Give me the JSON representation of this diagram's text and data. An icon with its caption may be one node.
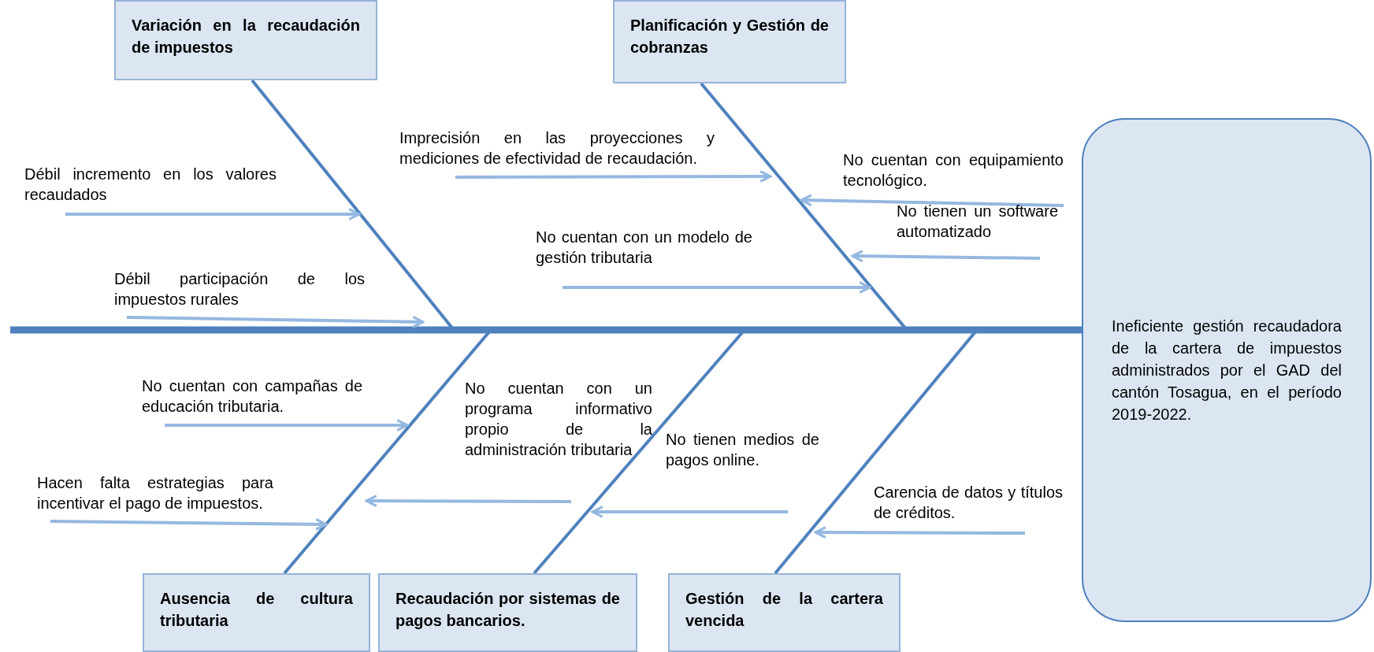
{
  "diagram": {
    "nodes": [
      {
        "text": [
          "Variación en la recaudación de impuestos"
        ]
      },
      {
        "text": [
          "Planificación y Gestión de cobranzas"
        ]
      },
      {
        "text": [
          "Ineficiente gestión recaudadora de la cartera de impuestos administrados por el GAD del cantón Tosagua, en el período 2019-2022."
        ]
      },
      {
        "text": [
          "Ausencia de cultura tributaria"
        ]
      },
      {
        "text": [
          "Recaudación por sistemas de pagos bancarios."
        ]
      },
      {
        "text": [
          "Gestión de la cartera vencida"
        ]
      },
      {
        "text": [
          "Débil incremento en los valores recaudados"
        ]
      },
      {
        "text": [
          "Débil participación de los impuestos rurales"
        ]
      },
      {
        "text": [
          "Imprecisión en las proyecciones y mediciones de efectividad de recaudación."
        ]
      },
      {
        "text": [
          "No cuentan con equipamiento tecnológico."
        ]
      },
      {
        "text": [
          "No cuentan con un modelo de gestión tributaria"
        ]
      },
      {
        "text": [
          "No tienen un software automatizado"
        ]
      },
      {
        "text": [
          "No cuentan con campañas de educación tributaria."
        ]
      },
      {
        "text": [
          "No cuentan con un programa informativo propio de la administración tributaria"
        ]
      },
      {
        "text": [
          "Hacen falta estrategias para incentivar el pago de impuestos."
        ]
      },
      {
        "text": [
          "No tienen medios de pagos online."
        ]
      },
      {
        "text": [
          "Carencia de datos y títulos de créditos."
        ]
      }
    ],
    "edges": [
      {
        "from": null,
        "to": 2,
        "arrow": "none",
        "style": "thick",
        "color": "#4f81bd"
      },
      {
        "from": 0,
        "to": null,
        "arrow": "none",
        "color": "#4f81bd"
      },
      {
        "from": 1,
        "to": null,
        "arrow": "none",
        "color": "#4f81bd"
      },
      {
        "from": 3,
        "to": null,
        "arrow": "none",
        "color": "#4f81bd"
      },
      {
        "from": 4,
        "to": null,
        "arrow": "none",
        "color": "#4f81bd"
      },
      {
        "from": 5,
        "to": null,
        "arrow": "none",
        "color": "#4f81bd"
      },
      {
        "from": 6,
        "to": null,
        "arrow": "to"
      },
      {
        "from": 7,
        "to": null,
        "arrow": "to"
      },
      {
        "from": 8,
        "to": null,
        "arrow": "to"
      },
      {
        "from": 9,
        "to": null,
        "arrow": "to"
      },
      {
        "from": 10,
        "to": null,
        "arrow": "to"
      },
      {
        "from": 11,
        "to": null,
        "arrow": "to"
      },
      {
        "from": 12,
        "to": null,
        "arrow": "to"
      },
      {
        "from": 13,
        "to": null,
        "arrow": "to"
      },
      {
        "from": 14,
        "to": null,
        "arrow": "to"
      },
      {
        "from": 15,
        "to": null,
        "arrow": "to"
      },
      {
        "from": 16,
        "to": null,
        "arrow": "to"
      }
    ]
  }
}
